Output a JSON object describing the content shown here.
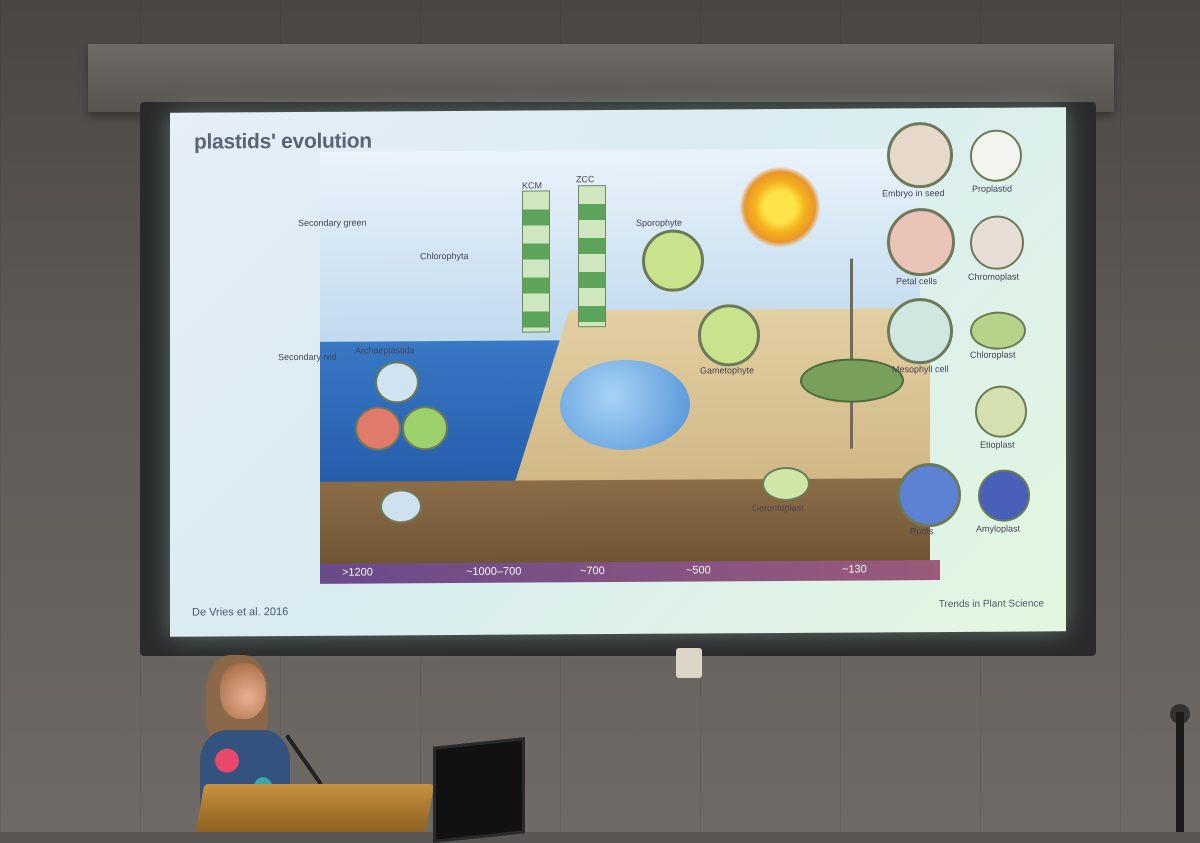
{
  "slide": {
    "title": "plastids' evolution",
    "citation": "De Vries et al. 2016",
    "source": "Trends in Plant Science",
    "timeline": [
      ">1200",
      "~1000–700",
      "~700",
      "~500",
      "~130"
    ],
    "labels": {
      "secondary_green": "Secondary green",
      "chlorophyta": "Chlorophyta",
      "secondary_red": "Secondary red",
      "archaeplastida": "Archaeplastida",
      "kcm": "KCM",
      "zcc": "ZCC",
      "sporophyte": "Sporophyte",
      "gametophyte": "Gametophyte",
      "embryo_in_seed": "Embryo in seed",
      "proplastid": "Proplastid",
      "petal_cells": "Petal cells",
      "chromoplast": "Chromoplast",
      "mesophyll_cell": "Mesophyll cell",
      "chloroplast": "Chloroplast",
      "etioplast": "Etioplast",
      "gerontoplast": "Gerontoplast",
      "amyloplast": "Amyloplast",
      "rootlets": "Roots"
    }
  }
}
